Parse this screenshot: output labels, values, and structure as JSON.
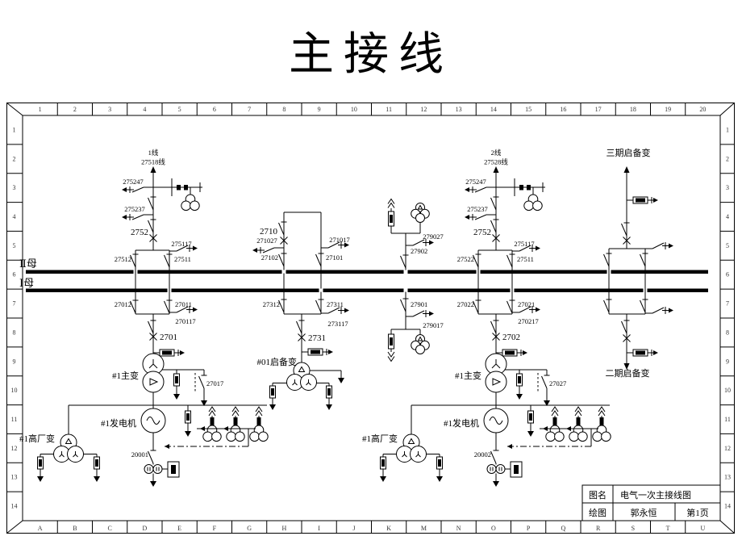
{
  "page": {
    "title": "主接线"
  },
  "frame": {
    "top_cells": [
      "1",
      "2",
      "3",
      "4",
      "5",
      "6",
      "7",
      "8",
      "9",
      "10",
      "11",
      "12",
      "13",
      "14",
      "15",
      "16",
      "17",
      "18",
      "19",
      "20"
    ],
    "bottom_cells": [
      "A",
      "B",
      "C",
      "D",
      "E",
      "F",
      "G",
      "H",
      "I",
      "J",
      "K",
      "M",
      "N",
      "O",
      "P",
      "Q",
      "R",
      "S",
      "T",
      "U"
    ],
    "left_cells": [
      "1",
      "2",
      "3",
      "4",
      "5",
      "6",
      "7",
      "8",
      "9",
      "10",
      "11",
      "12",
      "13",
      "14"
    ],
    "right_cells": [
      "1",
      "2",
      "3",
      "4",
      "5",
      "6",
      "7",
      "8",
      "9",
      "10",
      "11",
      "12",
      "13",
      "14"
    ]
  },
  "buses": {
    "bus2": "Ⅱ母",
    "bus1": "Ⅰ母"
  },
  "labels": {
    "l1_name": "1线",
    "l1_code": "27518线",
    "l1_e1": "275247",
    "l1_e2": "275237",
    "l1_brk": "2752",
    "l1_e3": "275117",
    "l1_d2": "27512",
    "l1_d1": "27511",
    "t1_d2": "27012",
    "t1_d1": "27011",
    "t1_e1": "270117",
    "t1_brk": "2701",
    "t1_tx": "#1主变",
    "t1_e2": "27017",
    "t1_gen": "#1发电机",
    "t1_aux": "#1高厂变",
    "t1_n": "20001",
    "bc_brk": "2710",
    "bc_e2": "271027",
    "bc_e1": "271017",
    "bc_d2": "27102",
    "bc_d1": "27101",
    "st_d2": "27312",
    "st_d1": "27311",
    "st_e1": "273117",
    "st_brk": "2731",
    "st_tx": "#01启备变",
    "pt_e2": "279027",
    "pt_d2": "27902",
    "pt_d1": "27901",
    "pt_e1": "279017",
    "l2_name": "2线",
    "l2_code": "27528线",
    "l2_e1": "275247",
    "l2_e2": "275237",
    "l2_brk": "2752",
    "l2_e3": "275117",
    "l2_d2": "27522",
    "l2_d1": "27511",
    "t2_d2": "27022",
    "t2_d1": "27021",
    "t2_e1": "270217",
    "t2_brk": "2702",
    "t2_tx": "#1主变",
    "t2_e2": "27027",
    "t2_gen": "#1发电机",
    "t2_aux": "#1高厂变",
    "t2_n": "20002",
    "ph3": "三期启备变",
    "ph2": "二期启备变"
  },
  "title_block": {
    "name_label": "图名",
    "name_value": "电气一次主接线图",
    "draw_label": "绘图",
    "draw_value": "郭永恒",
    "page_value": "第1页"
  }
}
